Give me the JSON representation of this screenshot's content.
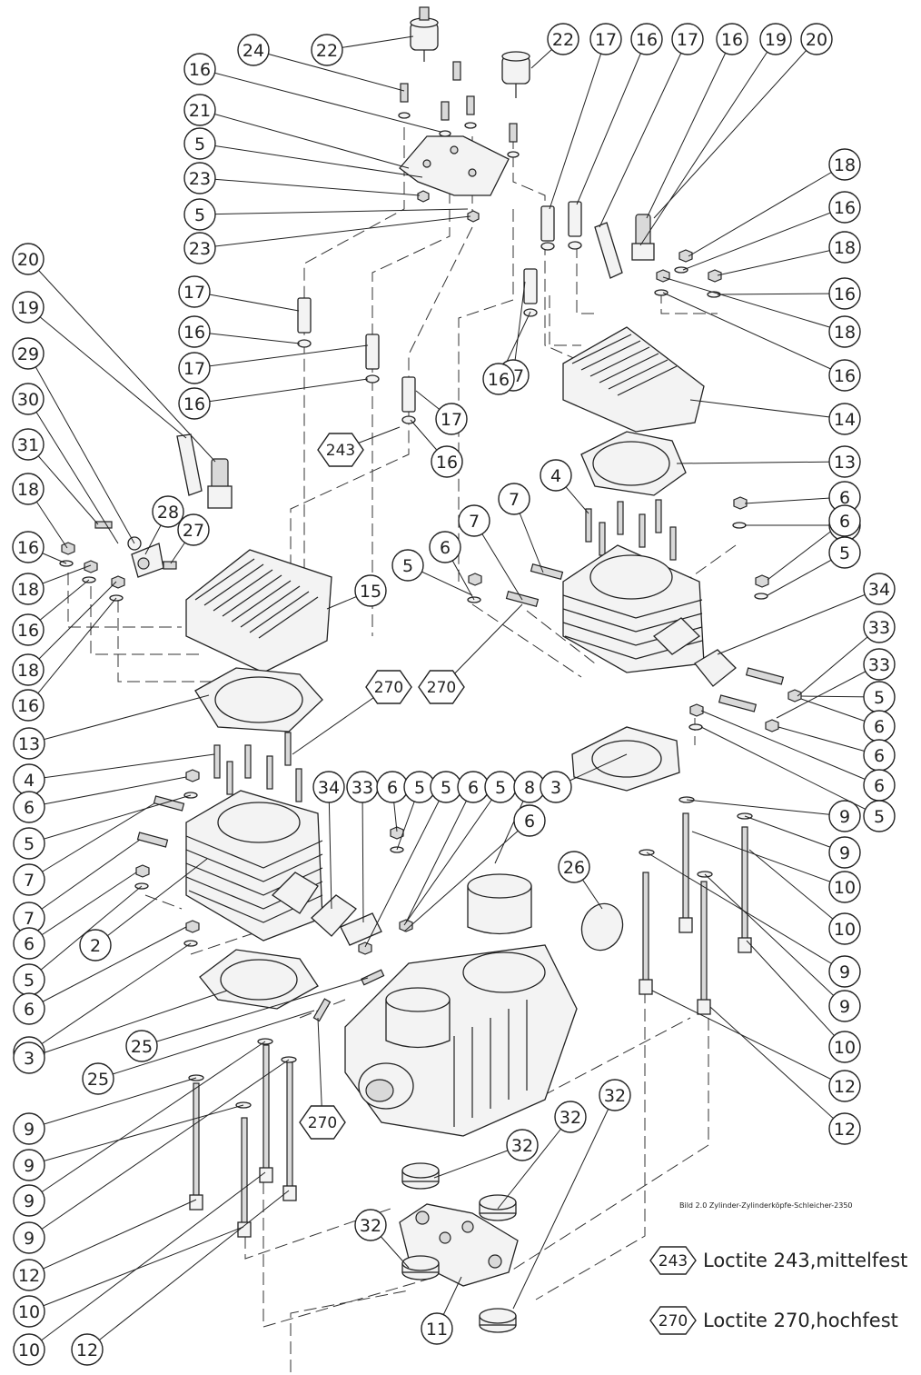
{
  "figure": {
    "caption": "Bild 2.0 Zylinder-Zylinderköpfe-Schleicher-2350"
  },
  "legend": [
    {
      "code": "243",
      "text": "Loctite 243,mittelfest"
    },
    {
      "code": "270",
      "text": "Loctite 270,hochfest"
    }
  ],
  "balloons": [
    "24",
    "22",
    "22",
    "17",
    "16",
    "17",
    "16",
    "19",
    "20",
    "16",
    "21",
    "5",
    "23",
    "5",
    "23",
    "18",
    "16",
    "18",
    "16",
    "18",
    "16",
    "14",
    "13",
    "6",
    "5",
    "6",
    "5",
    "34",
    "33",
    "33",
    "5",
    "6",
    "6",
    "6",
    "5",
    "20",
    "19",
    "29",
    "30",
    "31",
    "18",
    "16",
    "18",
    "16",
    "18",
    "16",
    "17",
    "16",
    "17",
    "16",
    "17",
    "16",
    "17",
    "16",
    "28",
    "27",
    "15",
    "7",
    "7",
    "5",
    "6",
    "4",
    "9",
    "9",
    "10",
    "10",
    "9",
    "9",
    "10",
    "12",
    "12",
    "13",
    "4",
    "6",
    "5",
    "7",
    "7",
    "6",
    "5",
    "6",
    "5",
    "3",
    "25",
    "25",
    "2",
    "34",
    "33",
    "6",
    "5",
    "5",
    "6",
    "5",
    "8",
    "3",
    "6",
    "26",
    "9",
    "9",
    "9",
    "9",
    "12",
    "10",
    "10",
    "12",
    "11",
    "32",
    "32",
    "32",
    "32"
  ],
  "hex_marks": [
    "243",
    "270",
    "270",
    "270"
  ]
}
